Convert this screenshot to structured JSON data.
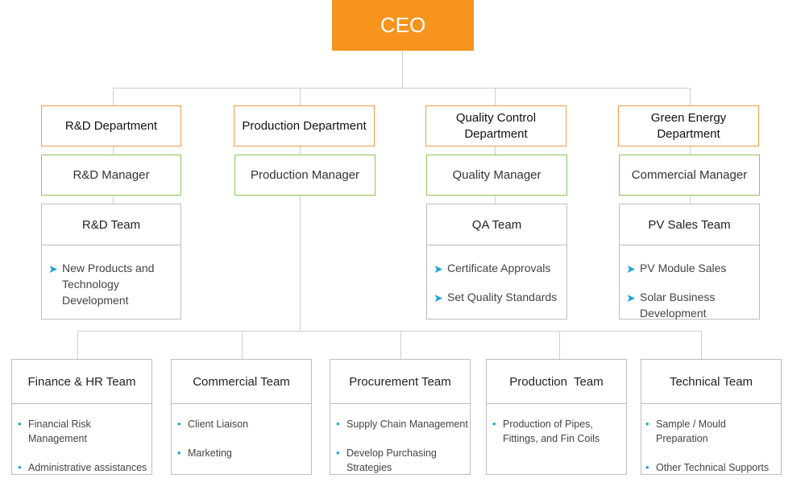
{
  "ceo": "CEO",
  "departments": [
    {
      "name": "R&D Department",
      "manager": "R&D Manager",
      "team": "R&D Team",
      "tasks": [
        "New Products and Technology Development"
      ]
    },
    {
      "name": "Production Department",
      "manager": "Production Manager"
    },
    {
      "name": "Quality Control Department",
      "manager": "Quality Manager",
      "team": "QA Team",
      "tasks": [
        "Certificate Approvals",
        "Set Quality Standards"
      ]
    },
    {
      "name": "Green Energy Department",
      "manager": "Commercial Manager",
      "team": "PV Sales Team",
      "tasks": [
        "PV Module Sales",
        "Solar Business Development"
      ]
    }
  ],
  "bottom_teams": [
    {
      "name": "Finance & HR Team",
      "tasks": [
        "Financial Risk Management",
        "Administrative assistances"
      ]
    },
    {
      "name": "Commercial Team",
      "tasks": [
        "Client Liaison",
        "Marketing"
      ]
    },
    {
      "name": "Procurement Team",
      "tasks": [
        "Supply Chain Management",
        "Develop Purchasing Strategies"
      ]
    },
    {
      "name": "Production  Team",
      "tasks": [
        "Production of Pipes, Fittings, and Fin Coils"
      ]
    },
    {
      "name": "Technical Team",
      "tasks": [
        "Sample / Mould Preparation",
        "Other Technical Supports"
      ]
    }
  ],
  "colors": {
    "ceo": "#f7941d",
    "department_border": "#f39a4a",
    "manager_border": "#8fc65b",
    "bullet": "#1aa3d8",
    "line": "#cfcfcf"
  },
  "icons": {
    "task_bullet": "arrow-right-icon",
    "bottom_bullet": "dot-icon"
  }
}
